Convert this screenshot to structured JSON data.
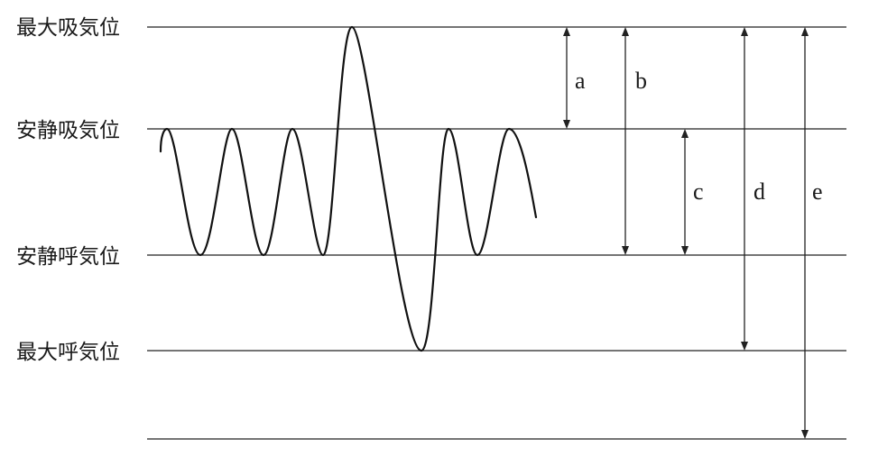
{
  "levels": {
    "max_inspiratory": "最大吸気位",
    "rest_inspiratory": "安静吸気位",
    "rest_expiratory": "安静呼気位",
    "max_expiratory": "最大呼気位"
  },
  "arrows": {
    "a": "a",
    "b": "b",
    "c": "c",
    "d": "d",
    "e": "e"
  }
}
